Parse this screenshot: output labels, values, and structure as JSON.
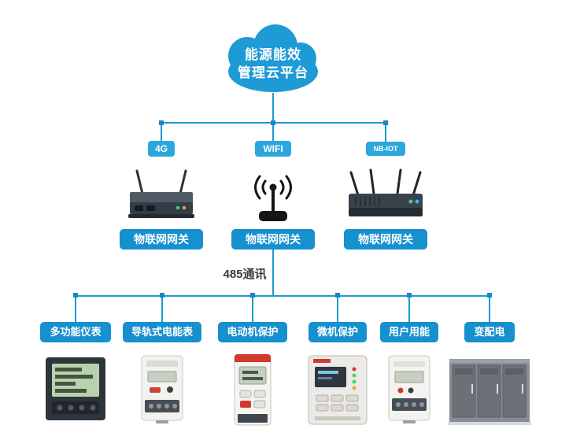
{
  "cloud": {
    "line1": "能源能效",
    "line2": "管理云平台"
  },
  "branches": [
    {
      "badge": "4G",
      "gateway_label": "物联网网关",
      "image": "cellular-router"
    },
    {
      "badge": "WIFI",
      "gateway_label": "物联网网关",
      "image": "wifi-antenna"
    },
    {
      "badge": "NB-IOT",
      "gateway_label": "物联网网关",
      "image": "nbiot-router"
    }
  ],
  "bus": {
    "label": "485通讯"
  },
  "devices": [
    {
      "label": "多功能仪表",
      "image": "multifunction-meter"
    },
    {
      "label": "导轨式电能表",
      "image": "din-rail-energy-meter"
    },
    {
      "label": "电动机保护",
      "image": "motor-protector"
    },
    {
      "label": "微机保护",
      "image": "microcomputer-protector"
    },
    {
      "label": "用户用能",
      "image": "user-energy-meter"
    },
    {
      "label": "变配电",
      "image": "power-distribution-cabinets"
    }
  ],
  "colors": {
    "primary_blue": "#1e9ad5",
    "button_blue": "#1690cf",
    "badge_blue": "#2ba7de",
    "junction_blue": "#1787c6",
    "text_dark": "#3c3c3c"
  }
}
